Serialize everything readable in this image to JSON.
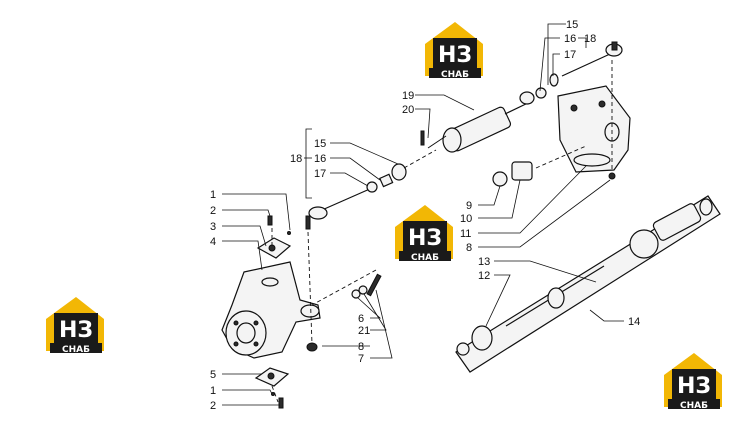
{
  "watermark": {
    "logo_letters": "НЗ",
    "logo_word": "СНАБ",
    "accent": "#f2b705",
    "dark": "#1a1a1a"
  },
  "callouts": {
    "c1a": "1",
    "c2a": "2",
    "c3": "3",
    "c4": "4",
    "c5": "5",
    "c1b": "1",
    "c2b": "2",
    "c15a": "15",
    "c16a": "16",
    "c17a": "17",
    "c18a": "18",
    "c19": "19",
    "c20": "20",
    "c15b": "15",
    "c16b": "16",
    "c17b": "17",
    "c18b": "18",
    "c9": "9",
    "c10": "10",
    "c11": "11",
    "c8a": "8",
    "c6": "6",
    "c21": "21",
    "c8b": "8",
    "c7": "7",
    "c13": "13",
    "c12": "12",
    "c14": "14"
  }
}
